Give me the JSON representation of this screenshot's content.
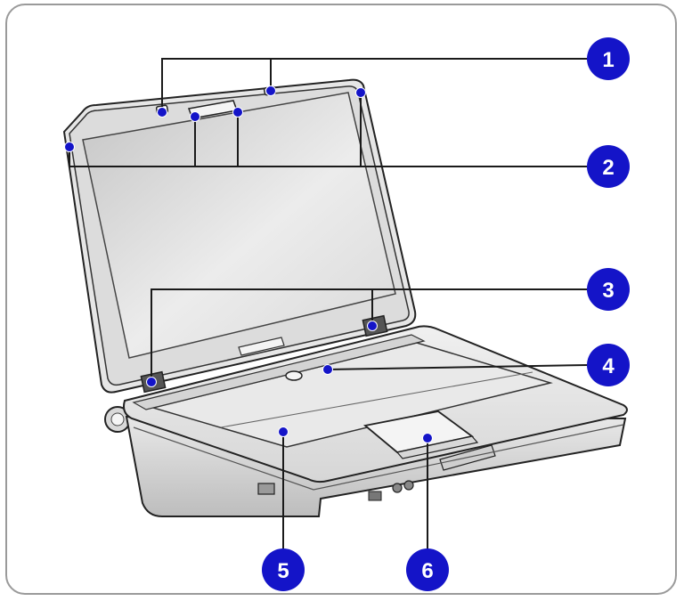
{
  "callouts": [
    {
      "number": "1"
    },
    {
      "number": "2"
    },
    {
      "number": "3"
    },
    {
      "number": "4"
    },
    {
      "number": "5"
    },
    {
      "number": "6"
    }
  ],
  "colors": {
    "callout_fill": "#1414c8",
    "callout_text": "#ffffff",
    "leader_line": "#1a1a1a",
    "frame_border": "#9a9a9a",
    "screen_light": "#f2f2f2",
    "screen_dark": "#c9c9c9",
    "body_gray": "#e4e4e4",
    "outline": "#222222"
  }
}
